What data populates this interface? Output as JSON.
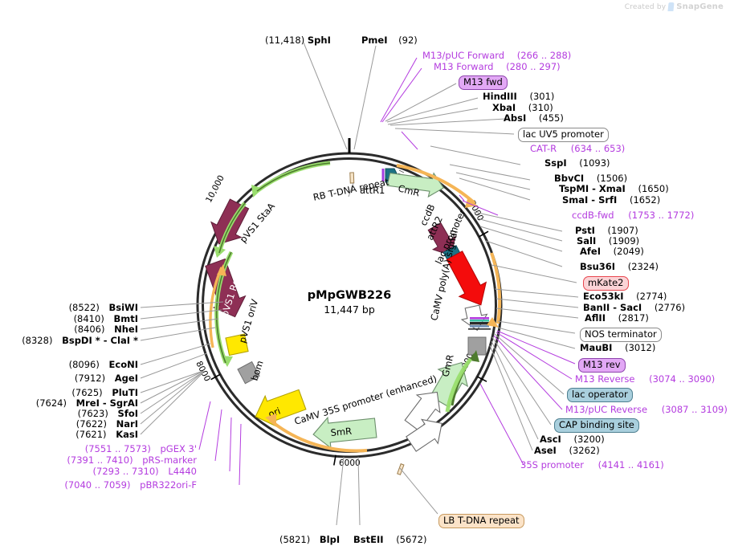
{
  "watermark": {
    "prefix": "Created by",
    "name": "SnapGene"
  },
  "plasmid": {
    "name": "pMpGWB226",
    "size": "11,447 bp",
    "tick_labels": [
      "2000",
      "4000",
      "6000",
      "8000",
      "10,000"
    ]
  },
  "colors": {
    "backbone": "#2b2b2b",
    "purple_text": "#b43cdf",
    "maroon_feature": "#8e2f55",
    "green_feature": "#c8eec3",
    "red_feature": "#f40c0c",
    "teal_feature": "#1c7184",
    "yellow_feature": "#ffe800",
    "gray_feature": "#a0a0a0",
    "orange_arrow": "#f5b556",
    "green_arrow": "#9ade6e",
    "badge_purple": "#e2a8f5",
    "badge_blue": "#a9cfdd",
    "badge_pink": "#fbd3d6",
    "badge_peach": "#fbe3c8"
  },
  "features": [
    {
      "label": "RB T-DNA repeat",
      "kind": "text-only"
    },
    {
      "label": "attR1",
      "kind": "text-only"
    },
    {
      "label": "CmR",
      "kind": "arrow-green"
    },
    {
      "label": "ccdB",
      "kind": "arrow-maroon"
    },
    {
      "label": "attR2",
      "kind": "arrow-teal"
    },
    {
      "label": "lac promoter",
      "kind": "arrow-red"
    },
    {
      "label": "CaMV poly(A) signal",
      "kind": "arrow-white"
    },
    {
      "label": "GmR",
      "kind": "arrow-green"
    },
    {
      "label": "CaMV 35S promoter (enhanced)",
      "kind": "arrow-white"
    },
    {
      "label": "SmR",
      "kind": "arrow-green"
    },
    {
      "label": "ori",
      "kind": "arrow-yellow"
    },
    {
      "label": "bom",
      "kind": "box-gray"
    },
    {
      "label": "pVS1 oriV",
      "kind": "box-yellow"
    },
    {
      "label": "pVS1 RepA",
      "kind": "arrow-maroon"
    },
    {
      "label": "pVS1 StaA",
      "kind": "arrow-maroon"
    },
    {
      "label": "LB T-DNA repeat",
      "kind": "badge-peach"
    }
  ],
  "labels": {
    "top_left": [
      {
        "pos": "(11,418)",
        "name": "SphI",
        "color": "black"
      }
    ],
    "top": [
      {
        "name": "PmeI",
        "pos": "(92)",
        "color": "black"
      }
    ],
    "top_right_primers": [
      {
        "name": "M13/pUC Forward",
        "pos": "(266 .. 288)",
        "color": "purple"
      },
      {
        "name": "M13 Forward",
        "pos": "(280 .. 297)",
        "color": "purple"
      }
    ],
    "right_column": [
      {
        "name": "HindIII",
        "pos": "(301)",
        "color": "black"
      },
      {
        "name": "XbaI",
        "pos": "(310)",
        "color": "black"
      },
      {
        "name": "AbsI",
        "pos": "(455)",
        "color": "black"
      },
      {
        "name": "CAT-R",
        "pos": "(634 .. 653)",
        "color": "purple"
      },
      {
        "name": "SspI",
        "pos": "(1093)",
        "color": "black"
      },
      {
        "name": "BbvCI",
        "pos": "(1506)",
        "color": "black"
      },
      {
        "name": "TspMI  -  XmaI",
        "pos": "(1650)",
        "color": "black"
      },
      {
        "name": "SmaI  -  SrfI",
        "pos": "(1652)",
        "color": "black"
      },
      {
        "name": "ccdB-fwd",
        "pos": "(1753 .. 1772)",
        "color": "purple"
      },
      {
        "name": "PstI",
        "pos": "(1907)",
        "color": "black"
      },
      {
        "name": "SalI",
        "pos": "(1909)",
        "color": "black"
      },
      {
        "name": "AfeI",
        "pos": "(2049)",
        "color": "black"
      },
      {
        "name": "Bsu36I",
        "pos": "(2324)",
        "color": "black"
      },
      {
        "name": "Eco53kI",
        "pos": "(2774)",
        "color": "black"
      },
      {
        "name": "BanII  -  SacI",
        "pos": "(2776)",
        "color": "black"
      },
      {
        "name": "AflII",
        "pos": "(2817)",
        "color": "black"
      },
      {
        "name": "MauBI",
        "pos": "(3012)",
        "color": "black"
      },
      {
        "name": "M13 Reverse",
        "pos": "(3074 .. 3090)",
        "color": "purple"
      },
      {
        "name": "M13/pUC Reverse",
        "pos": "(3087 .. 3109)",
        "color": "purple"
      },
      {
        "name": "AscI",
        "pos": "(3200)",
        "color": "black"
      },
      {
        "name": "AseI",
        "pos": "(3262)",
        "color": "black"
      },
      {
        "name": "35S promoter",
        "pos": "(4141 .. 4161)",
        "color": "purple"
      }
    ],
    "right_badges": [
      {
        "text": "M13 fwd",
        "style": "purple"
      },
      {
        "text": "lac UV5 promoter",
        "style": "white"
      },
      {
        "text": "mKate2",
        "style": "pink"
      },
      {
        "text": "NOS terminator",
        "style": "white"
      },
      {
        "text": "M13 rev",
        "style": "purple"
      },
      {
        "text": "lac operator",
        "style": "blue"
      },
      {
        "text": "CAP binding site",
        "style": "blue"
      }
    ],
    "left_column": [
      {
        "pos": "(8522)",
        "name": "BsiWI",
        "color": "black"
      },
      {
        "pos": "(8410)",
        "name": "BmtI",
        "color": "black"
      },
      {
        "pos": "(8406)",
        "name": "NheI",
        "color": "black"
      },
      {
        "pos": "(8328)",
        "name": "BspDI *  -  ClaI *",
        "color": "black"
      },
      {
        "pos": "(8096)",
        "name": "EcoNI",
        "color": "black"
      },
      {
        "pos": "(7912)",
        "name": "AgeI",
        "color": "black"
      },
      {
        "pos": "(7625)",
        "name": "PluTI",
        "color": "black"
      },
      {
        "pos": "(7624)",
        "name": "MreI  -  SgrAI",
        "color": "black"
      },
      {
        "pos": "(7623)",
        "name": "SfoI",
        "color": "black"
      },
      {
        "pos": "(7622)",
        "name": "NarI",
        "color": "black"
      },
      {
        "pos": "(7621)",
        "name": "KasI",
        "color": "black"
      },
      {
        "pos": "(7551 .. 7573)",
        "name": "pGEX 3'",
        "color": "purple"
      },
      {
        "pos": "(7391 .. 7410)",
        "name": "pRS-marker",
        "color": "purple"
      },
      {
        "pos": "(7293 .. 7310)",
        "name": "L4440",
        "color": "purple"
      },
      {
        "pos": "(7040 .. 7059)",
        "name": "pBR322ori-F",
        "color": "purple"
      }
    ],
    "bottom": [
      {
        "pos": "(5821)",
        "name": "BlpI",
        "color": "black",
        "order": "pos-first"
      },
      {
        "name": "BstEII",
        "pos": "(5672)",
        "color": "black",
        "order": "name-first"
      }
    ],
    "bottom_badge": {
      "text": "LB T-DNA repeat",
      "style": "peach"
    }
  }
}
